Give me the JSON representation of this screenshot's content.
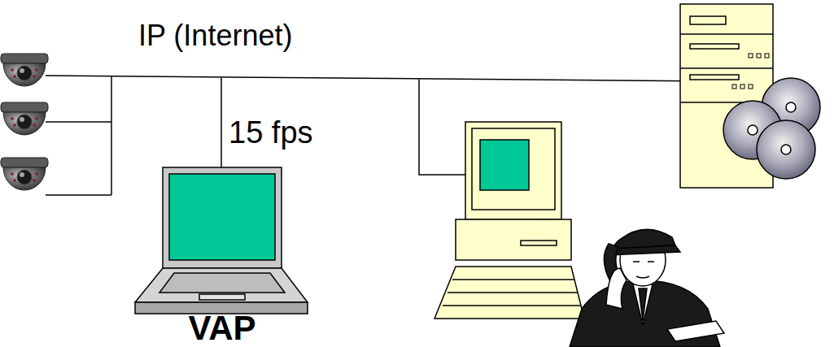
{
  "diagram": {
    "nodes": [
      {
        "text": [
          "VAP"
        ]
      }
    ],
    "labels": [
      "IP (Internet)",
      "15 fps"
    ]
  }
}
